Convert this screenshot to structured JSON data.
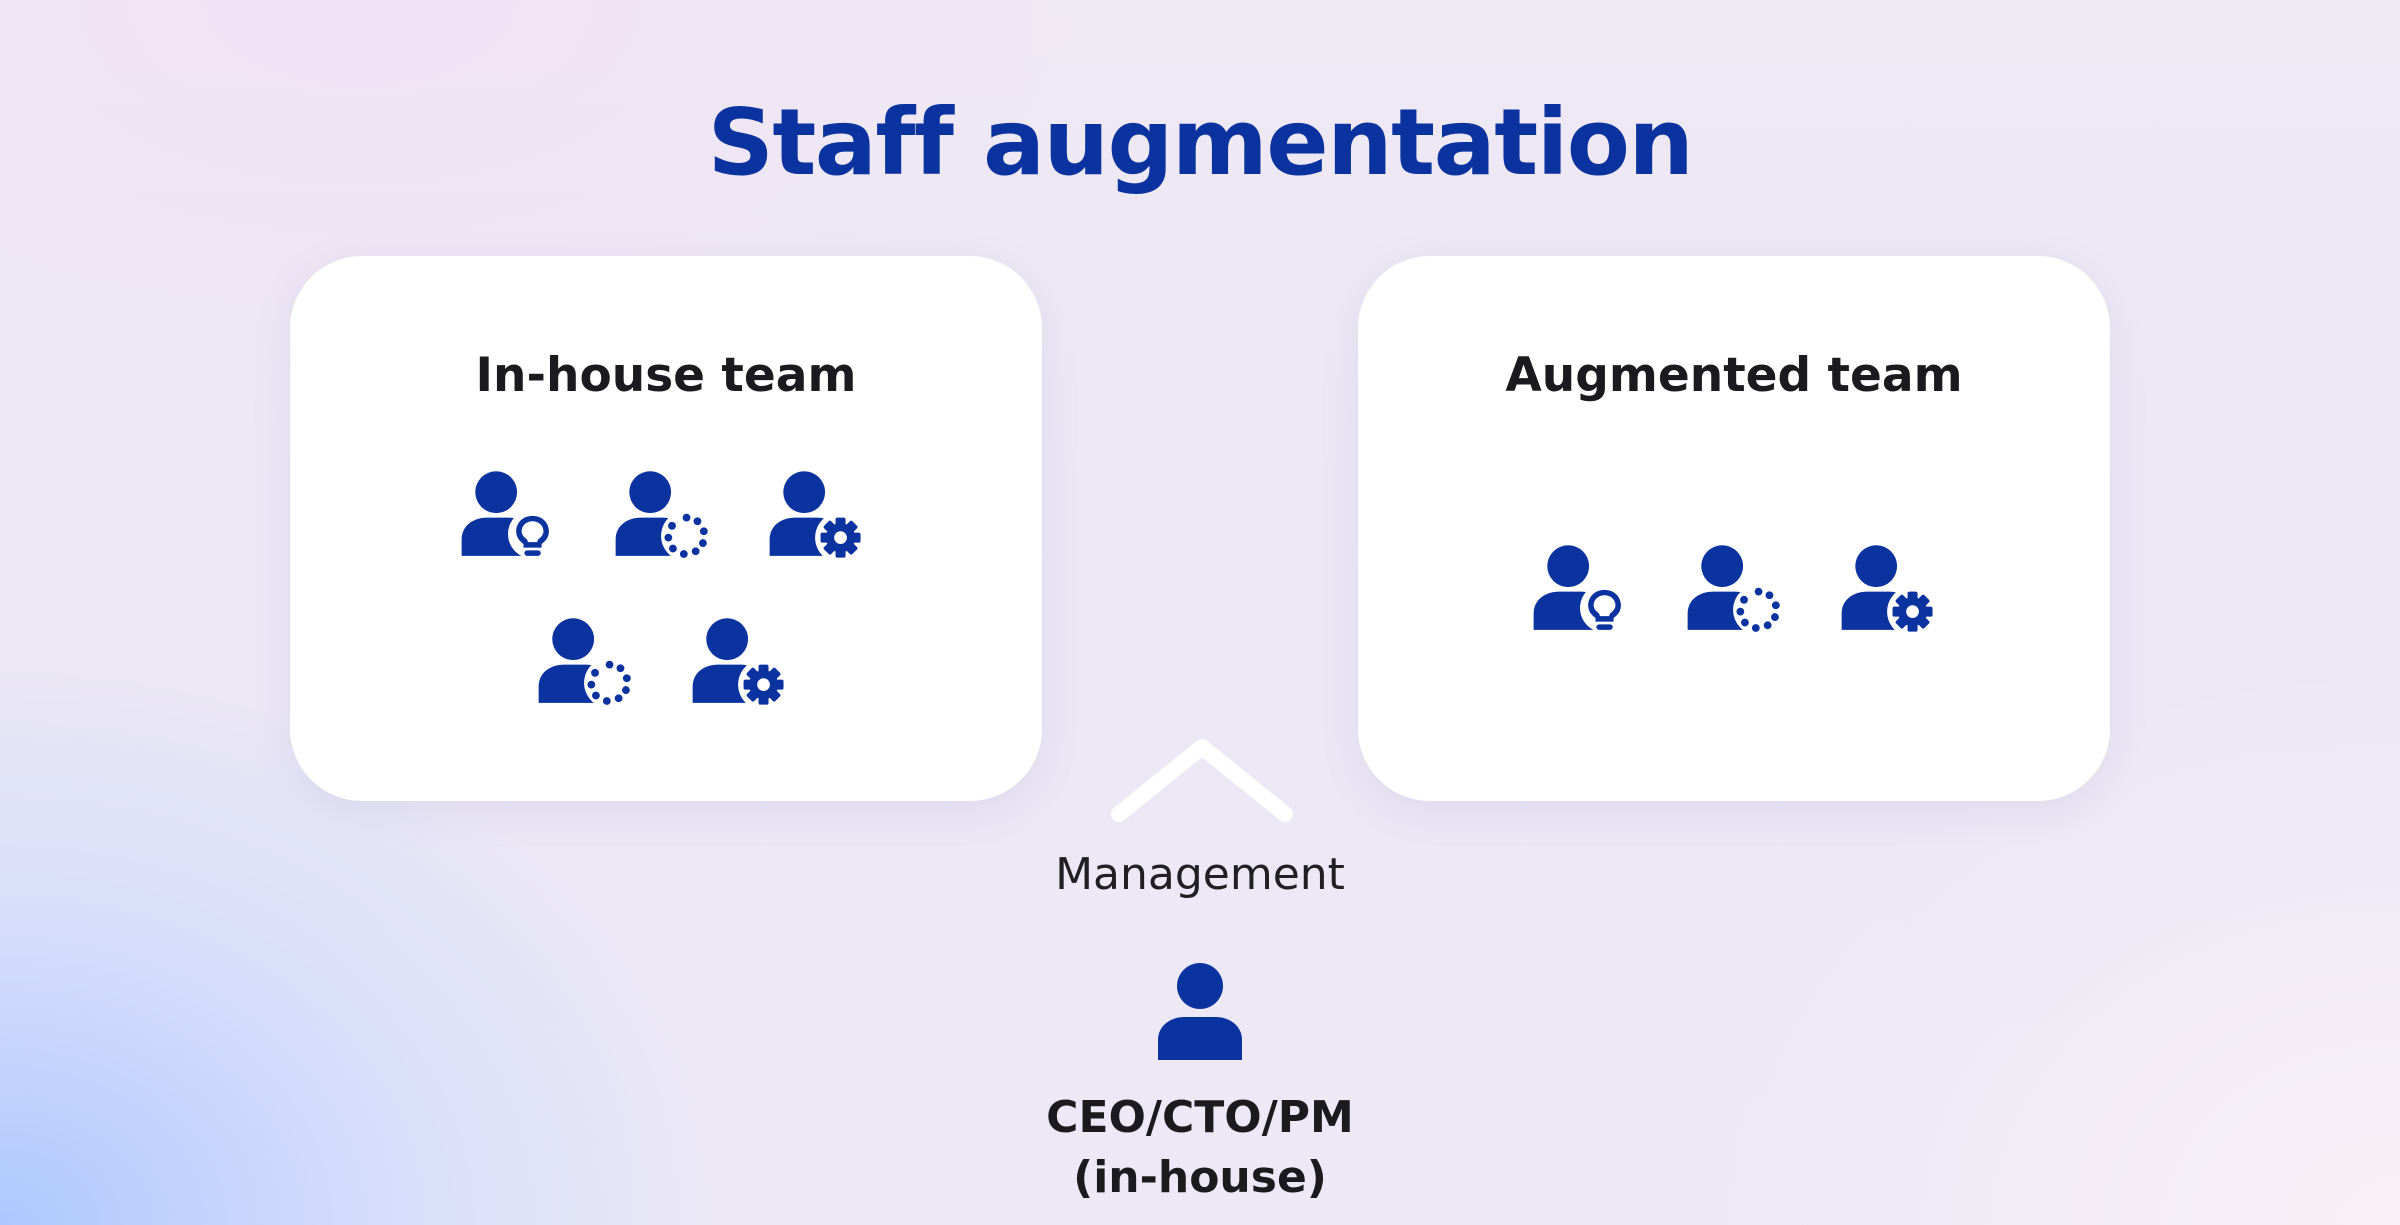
{
  "title": "Staff augmentation",
  "in_house": {
    "title": "In-house team",
    "members": [
      {
        "icon": "person-lightbulb-icon"
      },
      {
        "icon": "person-dots-icon"
      },
      {
        "icon": "person-gear-icon"
      },
      {
        "icon": "person-dots-icon"
      },
      {
        "icon": "person-gear-icon"
      }
    ]
  },
  "augmented": {
    "title": "Augmented team",
    "members": [
      {
        "icon": "person-lightbulb-icon"
      },
      {
        "icon": "person-dots-icon"
      },
      {
        "icon": "person-gear-icon"
      }
    ]
  },
  "management": {
    "label": "Management",
    "leader_line1": "CEO/CTO/PM",
    "leader_line2": "(in-house)",
    "leader_icon": "person-icon"
  },
  "colors": {
    "accent": "#0a33a0",
    "text": "#1b1b1f",
    "card": "#ffffff"
  }
}
